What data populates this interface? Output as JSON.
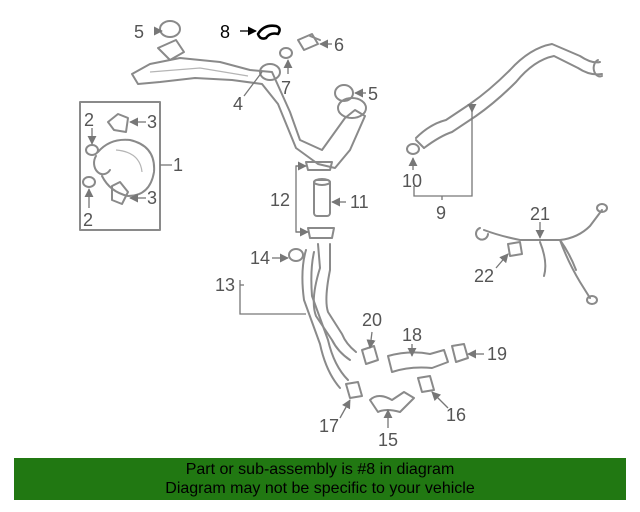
{
  "callouts": {
    "c1": "1",
    "c2a": "2",
    "c2b": "2",
    "c3a": "3",
    "c3b": "3",
    "c4": "4",
    "c5a": "5",
    "c5b": "5",
    "c6": "6",
    "c7": "7",
    "c8": "8",
    "c9": "9",
    "c10": "10",
    "c11": "11",
    "c12": "12",
    "c13": "13",
    "c14": "14",
    "c15": "15",
    "c16": "16",
    "c17": "17",
    "c18": "18",
    "c19": "19",
    "c20": "20",
    "c21": "21",
    "c22": "22"
  },
  "highlighted_part": "8",
  "colors": {
    "banner": "#217812",
    "part_stroke": "#8a8a8a",
    "highlight": "#000000"
  },
  "banner": {
    "line1": "Part or sub-assembly is #8 in diagram",
    "line2": "Diagram may not be specific to your vehicle"
  }
}
